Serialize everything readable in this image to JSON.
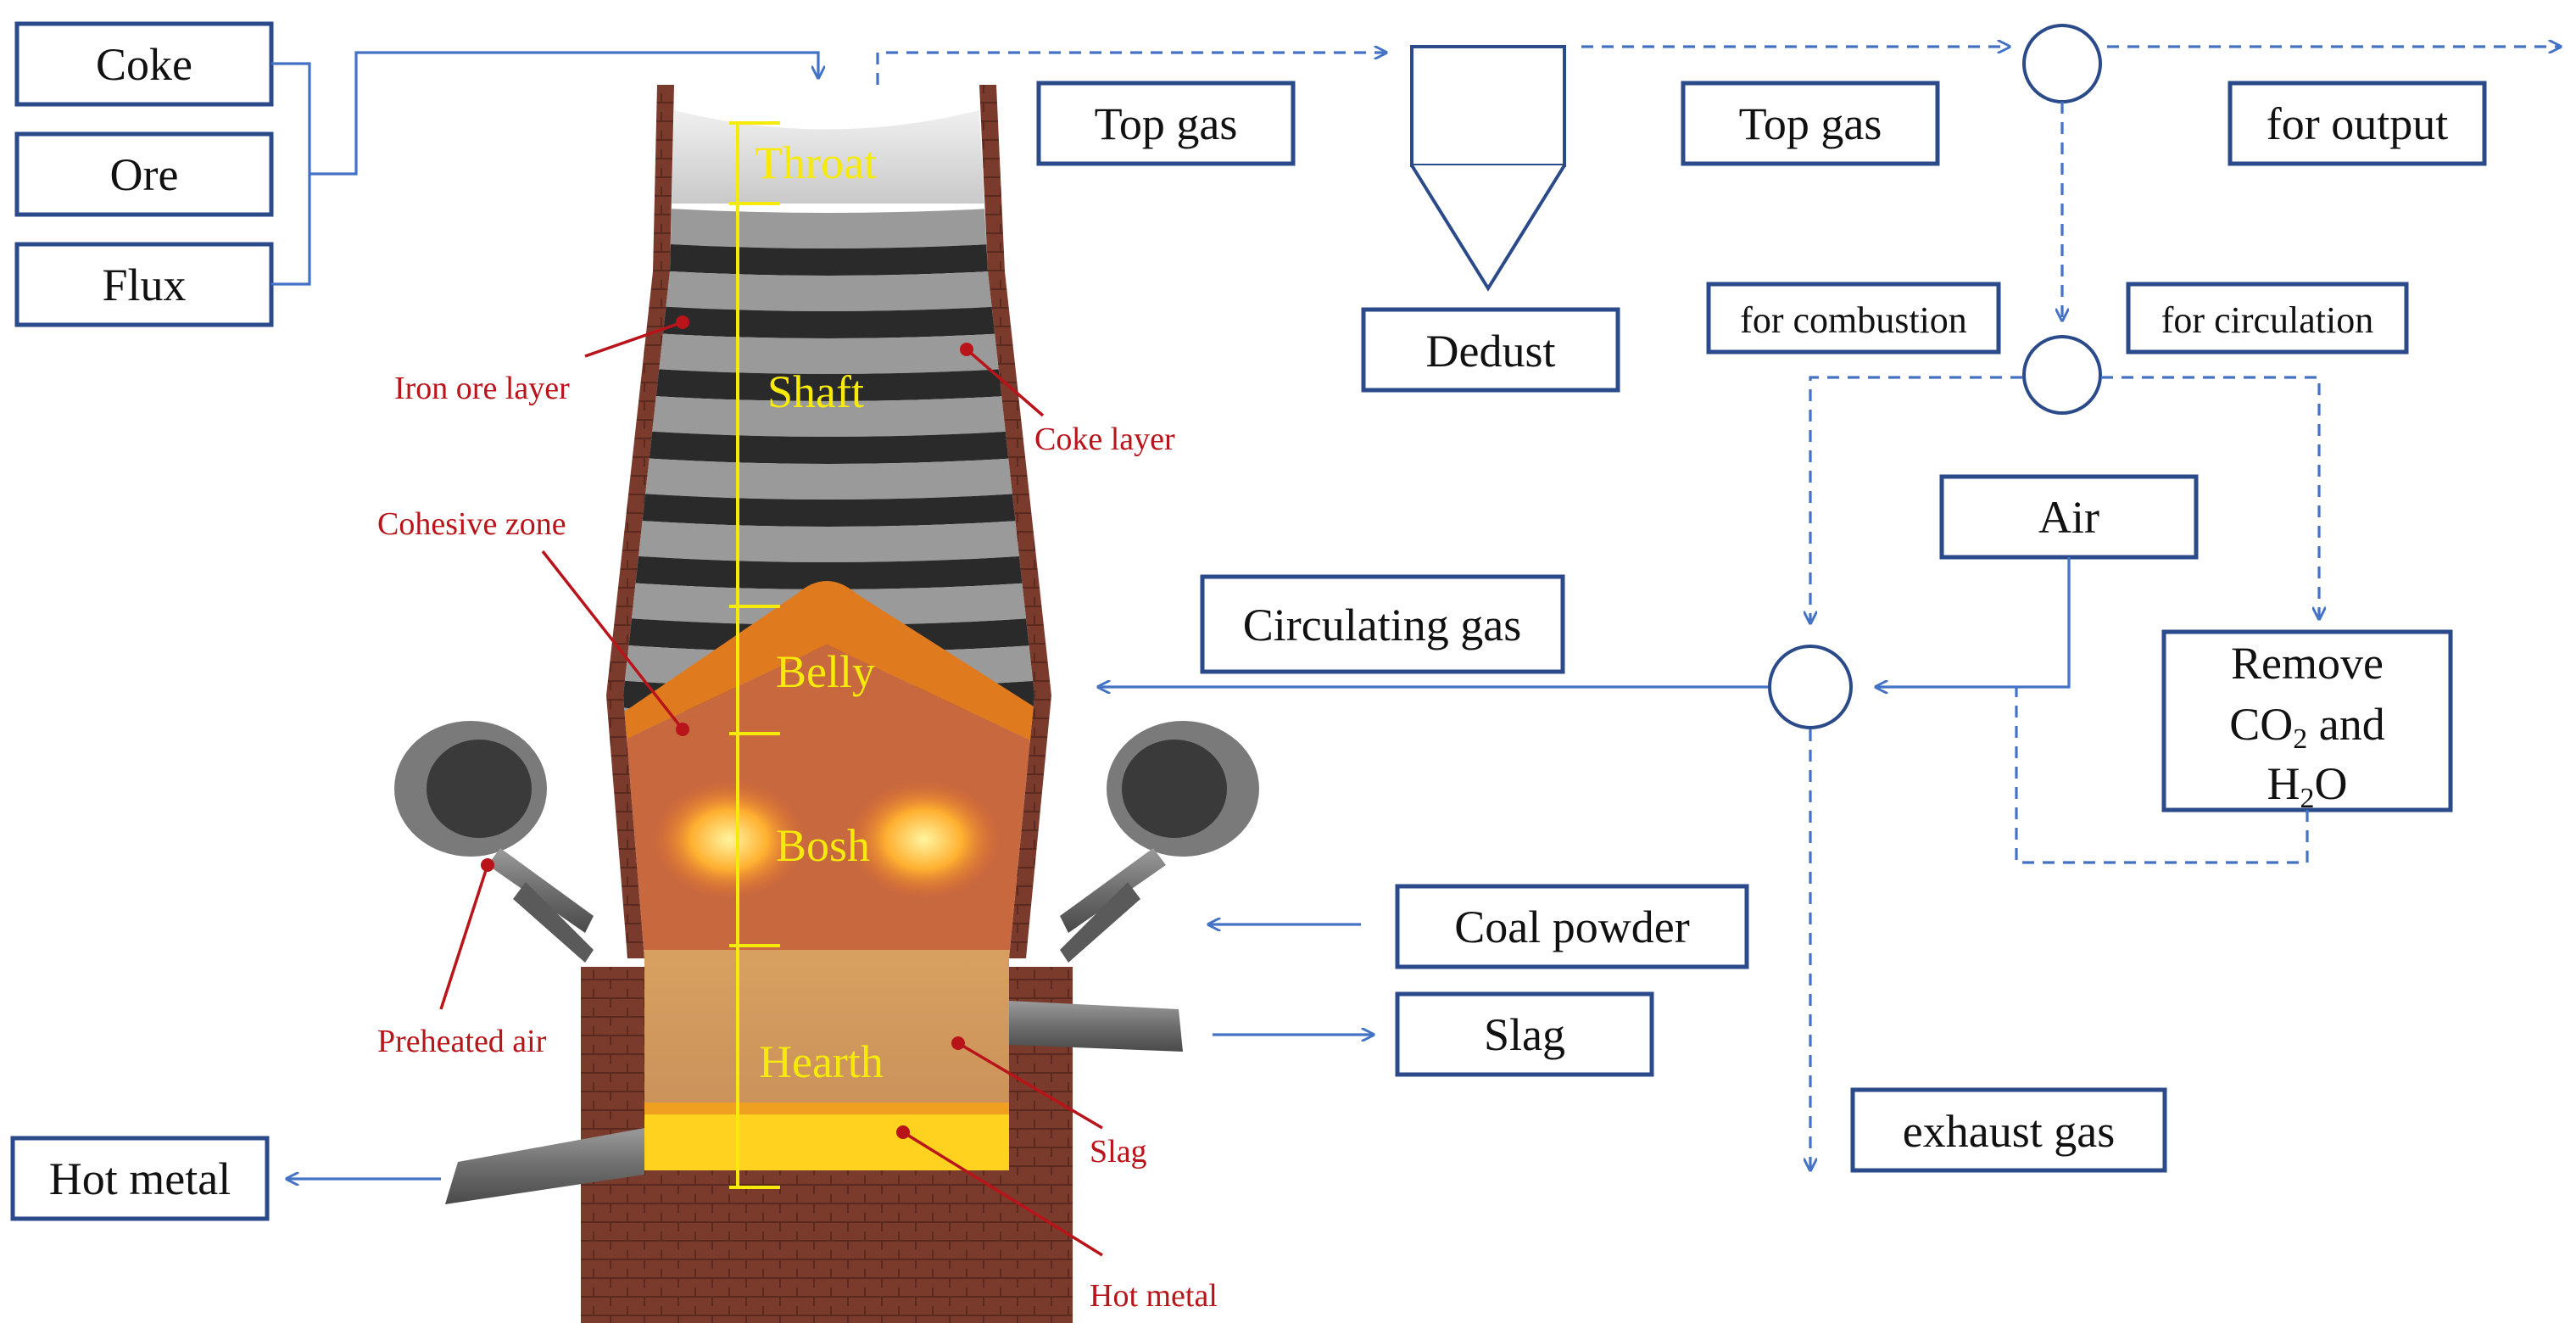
{
  "inputs": {
    "coke": "Coke",
    "ore": "Ore",
    "flux": "Flux"
  },
  "zones": {
    "throat": "Throat",
    "shaft": "Shaft",
    "belly": "Belly",
    "bosh": "Bosh",
    "hearth": "Hearth"
  },
  "callouts": {
    "iron_ore_layer": "Iron ore layer",
    "coke_layer": "Coke layer",
    "cohesive_zone": "Cohesive zone",
    "preheated_air": "Preheated air",
    "slag": "Slag",
    "hot_metal": "Hot metal"
  },
  "flow_boxes": {
    "top_gas_1": "Top gas",
    "top_gas_2": "Top gas",
    "for_output": "for output",
    "dedust": "Dedust",
    "for_combustion": "for combustion",
    "for_circulation": "for circulation",
    "air": "Air",
    "circulating_gas": "Circulating gas",
    "remove_line1": "Remove",
    "remove_line2_pre": "CO",
    "remove_line2_sub": "2",
    "remove_line2_post": " and",
    "remove_line3_pre": "H",
    "remove_line3_sub": "2",
    "remove_line3_post": "O",
    "coal_powder": "Coal powder",
    "slag": "Slag",
    "exhaust_gas": "exhaust gas",
    "hot_metal": "Hot metal"
  },
  "colors": {
    "box_border": "#2b4a8a",
    "flow_arrow": "#4472c4",
    "zone_label": "#f5ea0a",
    "callout": "#b8141a",
    "brick": "#7a3a2c",
    "ore_layer": "#9a9a9a",
    "coke_layer": "#2a2a2a",
    "cohesive_zone": "#e07a1e",
    "molten_metal": "#ffd21f"
  }
}
